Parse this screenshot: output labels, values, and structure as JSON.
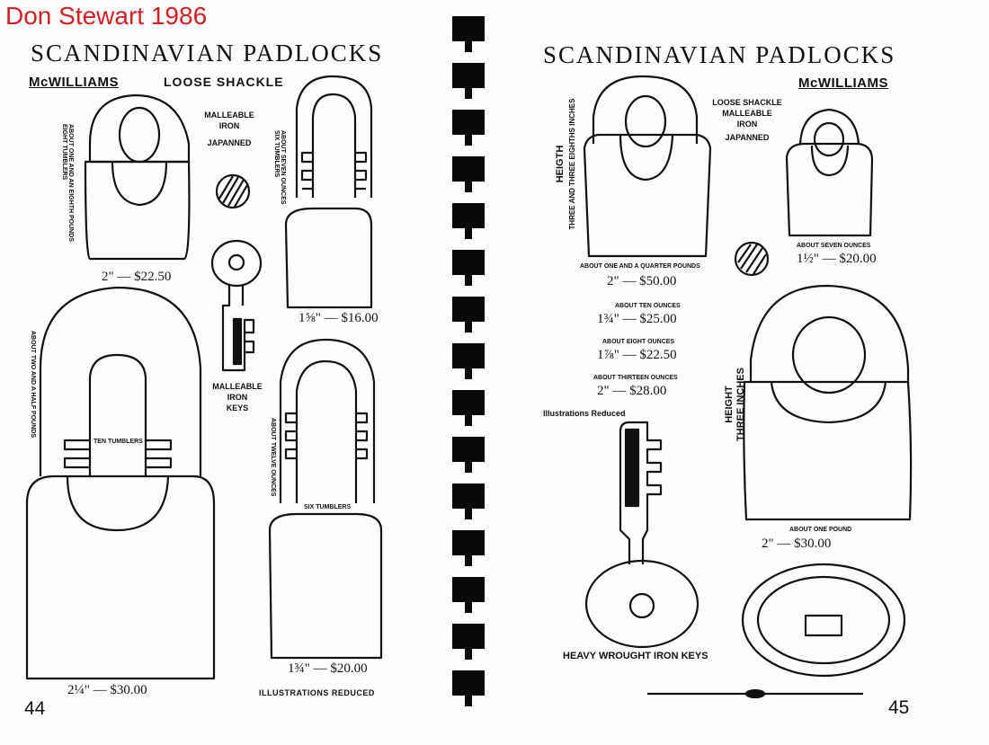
{
  "watermark": "Don Stewart 1986",
  "left_page": {
    "title": "SCANDINAVIAN PADLOCKS",
    "brand": "McWILLIAMS",
    "header": "LOOSE SHACKLE",
    "material": [
      "MALLEABLE",
      "IRON",
      "JAPANNED"
    ],
    "keys_label": [
      "MALLEABLE",
      "IRON",
      "KEYS"
    ],
    "weight_top_left": [
      "ABOUT ONE AND AN EIGHTH POUNDS",
      "EIGHT TUMBLERS"
    ],
    "weight_top_right": [
      "ABOUT SEVEN OUNCES",
      "SIX TUMBLERS"
    ],
    "weight_big": "ABOUT TWO AND A HALF POUNDS",
    "weight_mid_right": "ABOUT TWELVE OUNCES",
    "ten_tumblers": "TEN TUMBLERS",
    "six_tumblers": "SIX TUMBLERS",
    "price_1": "2\" — $22.50",
    "price_2": "1⅝\" — $16.00",
    "price_3": "1¾\" — $20.00",
    "price_4": "2¼\" — $30.00",
    "illustrations": "ILLUSTRATIONS REDUCED",
    "page_number": "44"
  },
  "right_page": {
    "title": "SCANDINAVIAN PADLOCKS",
    "brand": "McWILLIAMS",
    "header": [
      "LOOSE SHACKLE",
      "MALLEABLE",
      "IRON",
      "JAPANNED"
    ],
    "height_label_1": [
      "HEIGTH",
      "THREE AND THREE EIGHTHS INCHES"
    ],
    "height_label_2": [
      "HEIGHT",
      "THREE INCHES"
    ],
    "weight_1": "ABOUT ONE AND A QUARTER POUNDS",
    "price_1": "2\" — $50.00",
    "weight_2": "ABOUT SEVEN OUNCES",
    "price_2": "1½\" — $20.00",
    "weight_3": "ABOUT TEN OUNCES",
    "price_3": "1¾\" — $25.00",
    "weight_4": "ABOUT EIGHT OUNCES",
    "price_4": "1⅞\" — $22.50",
    "weight_5": "ABOUT THIRTEEN OUNCES",
    "price_5": "2\" — $28.00",
    "illustrations": "Illustrations Reduced",
    "weight_6": "ABOUT ONE POUND",
    "price_6": "2\" — $30.00",
    "keys_label": "HEAVY WROUGHT IRON KEYS",
    "page_number": "45"
  }
}
